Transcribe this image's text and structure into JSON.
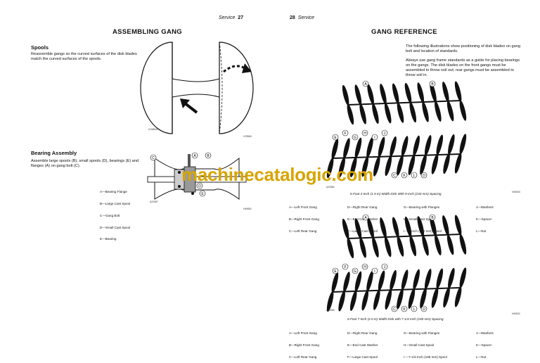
{
  "left_page": {
    "header_label": "Service",
    "page_number": "27",
    "title": "ASSEMBLING GANG",
    "spools": {
      "heading": "Spools",
      "text": "Reassemble gangs so the curved surfaces of the disk blades match the curved surfaces of the spools.",
      "figure_code": "A7A8935",
      "figure_ref": "H78560"
    },
    "bearing": {
      "heading": "Bearing Assembly",
      "text": "Assemble large spools (B), small spools (D), bearings (E) and flanges (A) on gang bolt (C).",
      "figure_code": "A22587",
      "figure_ref": "H49651",
      "callouts": [
        "A",
        "B",
        "C",
        "D",
        "E"
      ],
      "legend": [
        "A—Bearing Flange",
        "B—Large Cast Spool",
        "C—Gang Bolt",
        "D—Small Cast Spool",
        "E—Bearing"
      ]
    }
  },
  "right_page": {
    "page_number": "28",
    "header_label": "Service",
    "title": "GANG REFERENCE",
    "para1": "The following illustrations show positioning of disk blades on gang bolt and location of standards.",
    "para2": "Always use gang frame standards as a guide for placing bearings on the gangs. The disk blades on the front gangs must be assembled to throw soil out; rear gangs must be assembled to throw soil in.",
    "fig1": {
      "caption": "6-Foot 3-Inch (1.9 m) Width Disk With 9-Inch (230 mm) Spacing",
      "code": "A22584",
      "ref": "H49530",
      "callouts_top": [
        "A",
        "B"
      ],
      "callouts_bottom": [
        "E",
        "F",
        "G",
        "H",
        "I",
        "J",
        "C",
        "K",
        "L",
        "D"
      ],
      "legend": [
        [
          "A—Left Front Gang",
          "D—Right Rear Gang",
          "G—Bearing with Flanges",
          "J—Washers"
        ],
        [
          "B—Right Front Gang",
          "E—End Cast Washer",
          "H—Small Cast Spool",
          "K—Spacer"
        ],
        [
          "C—Left Rear Gang",
          "F—Large Cast Spool",
          "I —9-Inch (230 mm) Spool",
          "L—Nut"
        ]
      ]
    },
    "fig2": {
      "caption": "6-Foot 7-Inch (2.0 m) Width Disk with 7-1/4-Inch (185 mm) Spacing",
      "code": "A22585",
      "ref": "H49531",
      "callouts_top": [
        "A",
        "B"
      ],
      "callouts_bottom": [
        "E",
        "F",
        "G",
        "H",
        "I",
        "J",
        "C",
        "K",
        "L",
        "D"
      ],
      "legend": [
        [
          "A—Left Front Gang",
          "D—Right Rear Gang",
          "G—Bearing with Flanges",
          "J—Washers"
        ],
        [
          "B—Right Front Gang",
          "E—End Cast Washer",
          "H—Small Cast Spool",
          "K—Spacer"
        ],
        [
          "C—Left Rear Gang",
          "F—Large Cast Spool",
          "I —7-1/4-Inch (185 mm) Spool",
          "L—Nut"
        ]
      ]
    }
  },
  "watermark": "machinecatalogic.com"
}
